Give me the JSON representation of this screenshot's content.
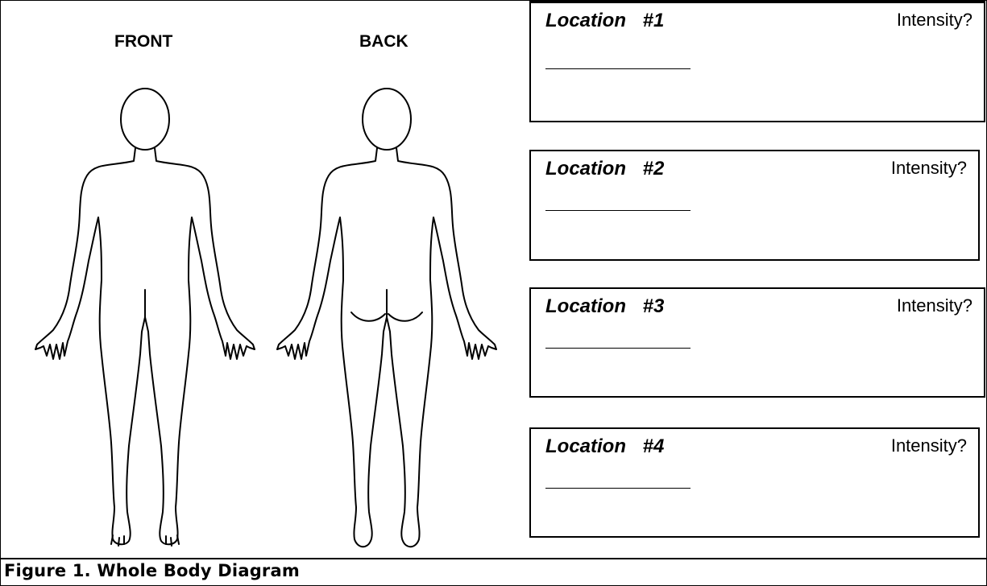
{
  "views": {
    "front_label": "FRONT",
    "back_label": "BACK"
  },
  "locations": [
    {
      "title": "Location #1",
      "intensity_label": "Intensity?"
    },
    {
      "title": "Location #2",
      "intensity_label": "Intensity?"
    },
    {
      "title": "Location #3",
      "intensity_label": "Intensity?"
    },
    {
      "title": "Location #4",
      "intensity_label": "Intensity?"
    }
  ],
  "caption": "Figure 1.  Whole Body Diagram"
}
